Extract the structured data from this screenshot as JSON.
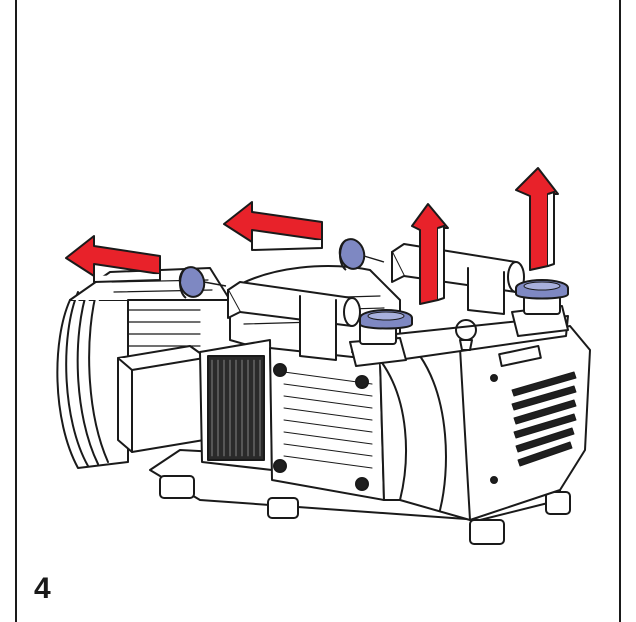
{
  "figure": {
    "number": "4",
    "colors": {
      "arrow_fill": "#e8222a",
      "arrow_stroke": "#1a1a1a",
      "cap_fill": "#7e88c2",
      "line": "#1a1a1a",
      "body_fill": "#ffffff",
      "dark_fill": "#1f1f1f"
    },
    "arrows": [
      {
        "name": "arrow-left-1",
        "direction": "left"
      },
      {
        "name": "arrow-left-2",
        "direction": "left"
      },
      {
        "name": "arrow-up-1",
        "direction": "up"
      },
      {
        "name": "arrow-up-2",
        "direction": "up"
      }
    ]
  }
}
